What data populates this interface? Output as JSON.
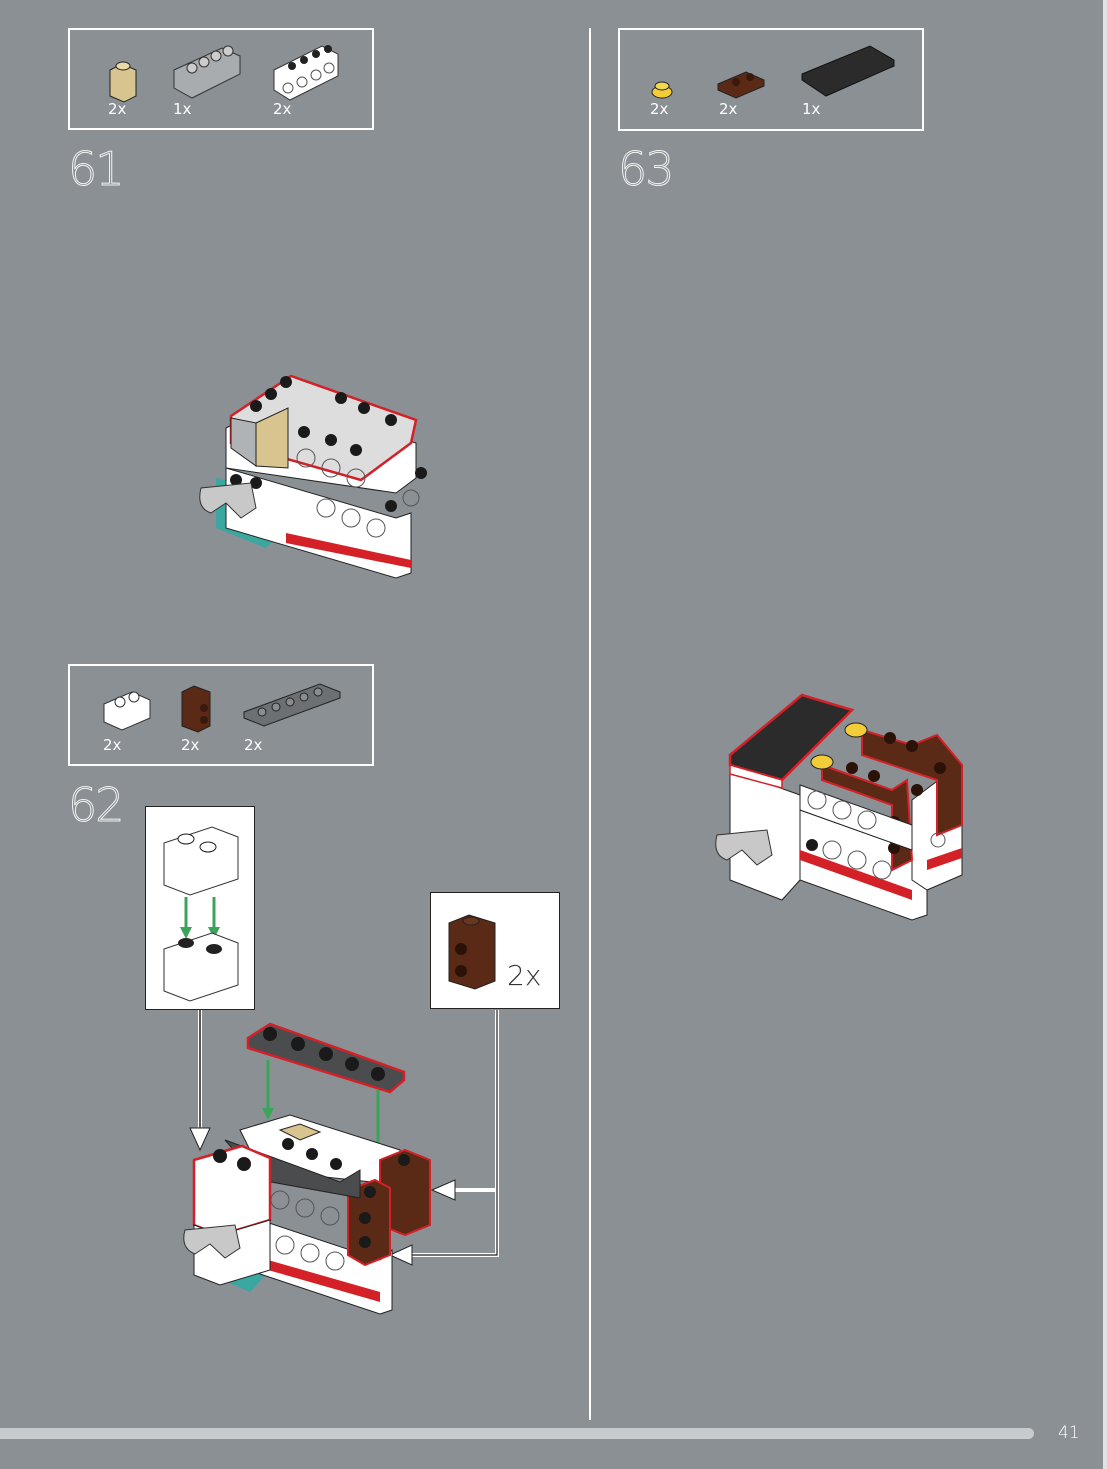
{
  "page_number": "41",
  "steps": [
    {
      "number": "61",
      "parts": [
        {
          "icon": "tan-brick-1x1-icon",
          "qty": "2x"
        },
        {
          "icon": "gray-brick-1x4-icon",
          "qty": "1x"
        },
        {
          "icon": "white-technic-brick-1x4-icon",
          "qty": "2x"
        }
      ]
    },
    {
      "number": "62",
      "parts": [
        {
          "icon": "white-brick-1x2-icon",
          "qty": "2x"
        },
        {
          "icon": "brown-brick-1x1-studs-side-icon",
          "qty": "2x"
        },
        {
          "icon": "dark-gray-plate-1x6-icon",
          "qty": "2x"
        }
      ],
      "callout_qty": "2x"
    },
    {
      "number": "63",
      "parts": [
        {
          "icon": "yellow-round-plate-1x1-icon",
          "qty": "2x"
        },
        {
          "icon": "brown-plate-1x2-icon",
          "qty": "2x"
        },
        {
          "icon": "black-tile-2x4-icon",
          "qty": "1x"
        }
      ]
    }
  ],
  "colors": {
    "background": "#8a9093",
    "highlight_outline": "#d42027",
    "arrow_green": "#3aa55a"
  }
}
